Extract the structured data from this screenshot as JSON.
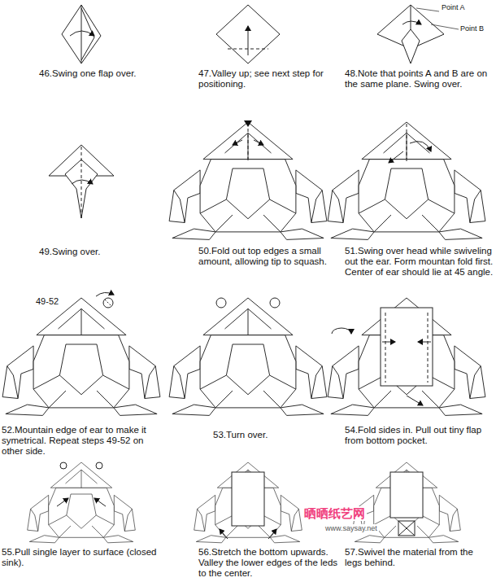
{
  "diagram": {
    "labels": [
      "46.Swing one flap over.",
      "47.Valley up; see next step for positioning.",
      "Point A",
      "Point B",
      "48.Note that points A and B are on the same plane. Swing over.",
      "49.Swing over.",
      "50.Fold out top edges a small amount, allowing tip to squash.",
      "51.Swing over head while swiveling out the ear. Form mountan fold first. Center of ear should lie at 45 angle.",
      "49-52",
      "52.Mountain edge of ear to make it symetrical. Repeat steps 49-52 on other side.",
      "53.Turn over.",
      "54.Fold sides in. Pull out tiny flap from bottom pocket.",
      "55.Pull single layer to surface (closed sink).",
      "56.Stretch the bottom upwards. Valley the lower edges of the leds to the center.",
      "57.Swivel the material from the legs behind.",
      "晒晒纸艺网",
      "www.saysay.net"
    ]
  }
}
